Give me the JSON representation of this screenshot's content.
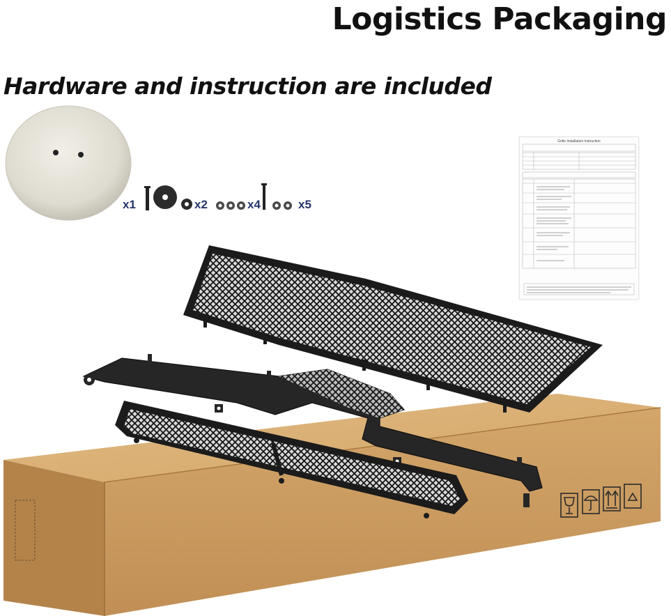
{
  "header": {
    "title": "Logistics Packaging"
  },
  "hardware": {
    "heading": "Hardware and instruction are included",
    "quantities": [
      "x1",
      "x2",
      "x4",
      "x5"
    ]
  },
  "instruction_sheet": {
    "title": "Grille Installation Instruction"
  },
  "colors": {
    "box": "#c99a5e",
    "box_dark": "#a9783e",
    "mesh": "#1b1b1b",
    "qty_text": "#26346b"
  },
  "icons": [
    "fragile-icon",
    "keep-dry-icon",
    "this-way-up-icon",
    "recycle-icon"
  ]
}
